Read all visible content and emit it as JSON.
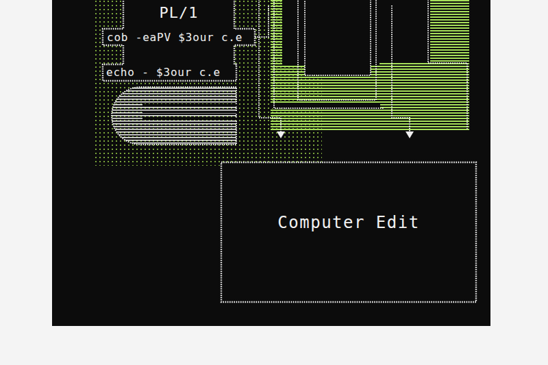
{
  "diagram": {
    "nodes": [
      {
        "text": [
          "PL/1",
          "cob -eaPV $3our c.e",
          "echo - $3our c.e"
        ]
      },
      {
        "text": [
          "Computer Edit"
        ]
      }
    ]
  }
}
